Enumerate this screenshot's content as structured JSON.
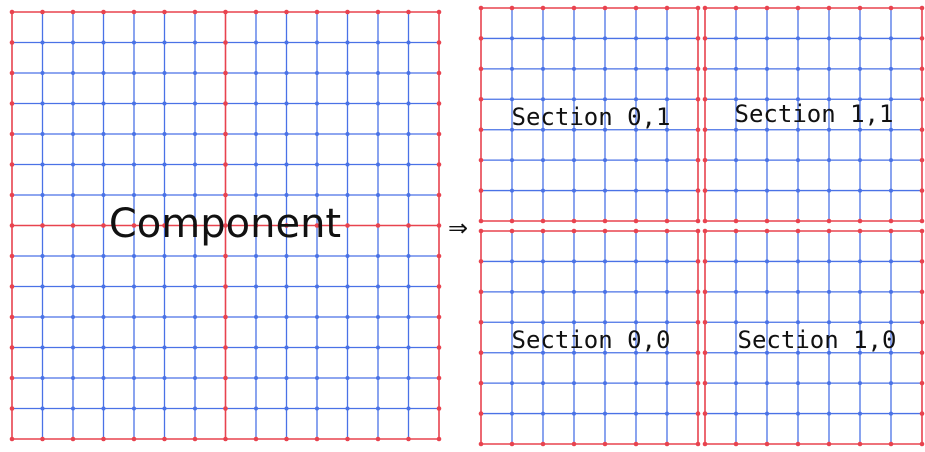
{
  "component": {
    "label": "Component",
    "cells": 14
  },
  "arrow": "⇒",
  "sections": [
    {
      "id": "0,1",
      "label": "Section 0,1",
      "cells": 7
    },
    {
      "id": "1,1",
      "label": "Section 1,1",
      "cells": 7
    },
    {
      "id": "0,0",
      "label": "Section 0,0",
      "cells": 7
    },
    {
      "id": "1,0",
      "label": "Section 1,0",
      "cells": 7
    }
  ],
  "colors": {
    "boundary": "#e8434f",
    "interior": "#4a72e6",
    "text": "#111111",
    "background": "#ffffff"
  }
}
